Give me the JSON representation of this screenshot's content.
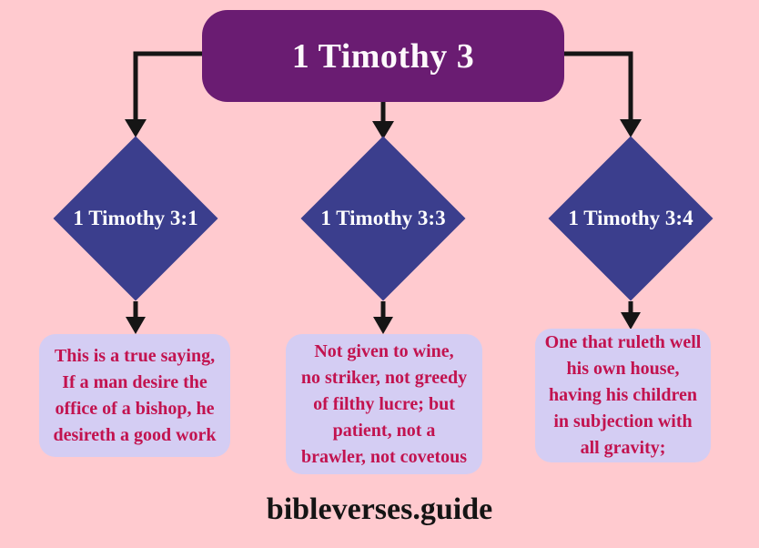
{
  "page": {
    "background_color": "#FFCACF",
    "footer": "bibleverses.guide"
  },
  "colors": {
    "root_box": "#6A1C72",
    "root_text": "#FDF9FC",
    "diamond": "#3B3E8D",
    "diamond_text": "#FFFFFF",
    "verse_box": "#D4CDF3",
    "verse_text": "#C2134F",
    "connector": "#151515"
  },
  "diagram": {
    "root": {
      "label": "1 Timothy 3"
    },
    "nodes": [
      {
        "verse": "1 Timothy 3:1",
        "text": "This is a true saying,\nIf a man desire the\noffice of a bishop, he\ndesireth a good work"
      },
      {
        "verse": "1 Timothy 3:3",
        "text": "Not given to wine,\nno striker, not greedy\nof filthy lucre; but\npatient, not a\nbrawler, not covetous"
      },
      {
        "verse": "1 Timothy 3:4",
        "text": "One that ruleth well\nhis own house,\nhaving his children\nin subjection with\nall gravity;"
      }
    ]
  }
}
